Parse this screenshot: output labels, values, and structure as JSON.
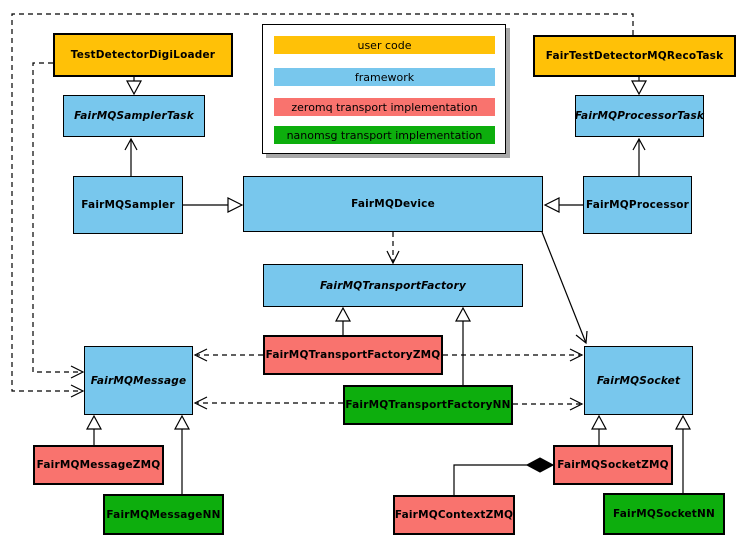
{
  "legend": {
    "items": [
      {
        "label": "user code",
        "color": "#FFC107"
      },
      {
        "label": "framework",
        "color": "#78C7ED"
      },
      {
        "label": "zeromq transport implementation",
        "color": "#F9736E"
      },
      {
        "label": "nanomsg transport implementation",
        "color": "#0DAE0D"
      }
    ]
  },
  "nodes": {
    "test_detector_digi_loader": {
      "label": "TestDetectorDigiLoader",
      "category": "user code",
      "abstract": false
    },
    "fair_test_detector_mq_reco_task": {
      "label": "FairTestDetectorMQRecoTask",
      "category": "user code",
      "abstract": false
    },
    "fairmq_sampler_task": {
      "label": "FairMQSamplerTask",
      "category": "framework",
      "abstract": true
    },
    "fairmq_processor_task": {
      "label": "FairMQProcessorTask",
      "category": "framework",
      "abstract": true
    },
    "fairmq_sampler": {
      "label": "FairMQSampler",
      "category": "framework",
      "abstract": false
    },
    "fairmq_device": {
      "label": "FairMQDevice",
      "category": "framework",
      "abstract": false
    },
    "fairmq_processor": {
      "label": "FairMQProcessor",
      "category": "framework",
      "abstract": false
    },
    "fairmq_transport_factory": {
      "label": "FairMQTransportFactory",
      "category": "framework",
      "abstract": true
    },
    "fairmq_transport_factory_zmq": {
      "label": "FairMQTransportFactoryZMQ",
      "category": "zeromq",
      "abstract": false
    },
    "fairmq_transport_factory_nn": {
      "label": "FairMQTransportFactoryNN",
      "category": "nanomsg",
      "abstract": false
    },
    "fairmq_message": {
      "label": "FairMQMessage",
      "category": "framework",
      "abstract": true
    },
    "fairmq_message_zmq": {
      "label": "FairMQMessageZMQ",
      "category": "zeromq",
      "abstract": false
    },
    "fairmq_message_nn": {
      "label": "FairMQMessageNN",
      "category": "nanomsg",
      "abstract": false
    },
    "fairmq_socket": {
      "label": "FairMQSocket",
      "category": "framework",
      "abstract": true
    },
    "fairmq_socket_zmq": {
      "label": "FairMQSocketZMQ",
      "category": "zeromq",
      "abstract": false
    },
    "fairmq_socket_nn": {
      "label": "FairMQSocketNN",
      "category": "nanomsg",
      "abstract": false
    },
    "fairmq_context_zmq": {
      "label": "FairMQContextZMQ",
      "category": "zeromq",
      "abstract": false
    }
  },
  "edges": [
    {
      "from": "TestDetectorDigiLoader",
      "to": "FairMQSamplerTask",
      "type": "inheritance"
    },
    {
      "from": "FairTestDetectorMQRecoTask",
      "to": "FairMQProcessorTask",
      "type": "inheritance"
    },
    {
      "from": "FairMQSampler",
      "to": "FairMQDevice",
      "type": "inheritance"
    },
    {
      "from": "FairMQProcessor",
      "to": "FairMQDevice",
      "type": "inheritance"
    },
    {
      "from": "FairMQSampler",
      "to": "FairMQSamplerTask",
      "type": "association"
    },
    {
      "from": "FairMQProcessor",
      "to": "FairMQProcessorTask",
      "type": "association"
    },
    {
      "from": "FairMQDevice",
      "to": "FairMQTransportFactory",
      "type": "dependency"
    },
    {
      "from": "FairMQDevice",
      "to": "FairMQSocket",
      "type": "association"
    },
    {
      "from": "FairMQTransportFactoryZMQ",
      "to": "FairMQTransportFactory",
      "type": "inheritance"
    },
    {
      "from": "FairMQTransportFactoryNN",
      "to": "FairMQTransportFactory",
      "type": "inheritance"
    },
    {
      "from": "FairMQTransportFactoryZMQ",
      "to": "FairMQMessage",
      "type": "dependency"
    },
    {
      "from": "FairMQTransportFactoryZMQ",
      "to": "FairMQSocket",
      "type": "dependency"
    },
    {
      "from": "FairMQTransportFactoryNN",
      "to": "FairMQMessage",
      "type": "dependency"
    },
    {
      "from": "FairMQTransportFactoryNN",
      "to": "FairMQSocket",
      "type": "dependency"
    },
    {
      "from": "FairMQMessageZMQ",
      "to": "FairMQMessage",
      "type": "inheritance"
    },
    {
      "from": "FairMQMessageNN",
      "to": "FairMQMessage",
      "type": "inheritance"
    },
    {
      "from": "FairMQSocketZMQ",
      "to": "FairMQSocket",
      "type": "inheritance"
    },
    {
      "from": "FairMQSocketNN",
      "to": "FairMQSocket",
      "type": "inheritance"
    },
    {
      "from": "FairMQContextZMQ",
      "to": "FairMQSocketZMQ",
      "type": "composition"
    },
    {
      "from": "TestDetectorDigiLoader",
      "to": "FairMQMessage",
      "type": "dependency"
    },
    {
      "from": "FairTestDetectorMQRecoTask",
      "to": "FairMQMessage",
      "type": "dependency"
    }
  ]
}
